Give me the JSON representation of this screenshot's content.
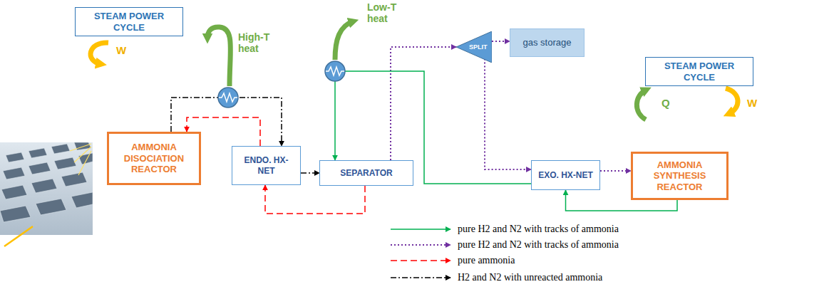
{
  "diagram": {
    "nodes": [
      {
        "text": [
          "STEAM POWER CYCLE"
        ]
      },
      {
        "text": [
          "gas storage"
        ]
      },
      {
        "text": [
          "SPLIT"
        ]
      },
      {
        "text": [
          "STEAM POWER CYCLE"
        ]
      },
      {
        "text": [
          "AMMONIA DISOCIATION REACTOR"
        ]
      },
      {
        "text": [
          "ENDO. HX-NET"
        ]
      },
      {
        "text": [
          "SEPARATOR"
        ]
      },
      {
        "text": [
          "EXO. HX-NET"
        ]
      },
      {
        "text": [
          "AMMONIA SYNTHESIS REACTOR"
        ]
      }
    ],
    "edges": [
      {
        "from": 4,
        "to": 5,
        "arrow": "to"
      },
      {
        "from": 5,
        "to": 4,
        "arrow": "to"
      },
      {
        "from": 5,
        "to": 6,
        "arrow": "to"
      },
      {
        "from": 6,
        "to": 5,
        "arrow": "to"
      },
      {
        "from": 6,
        "to": 2,
        "arrow": "to"
      },
      {
        "from": 2,
        "to": 1,
        "arrow": "to"
      },
      {
        "from": 2,
        "to": 7,
        "arrow": "to"
      },
      {
        "from": 7,
        "to": 8,
        "arrow": "to"
      },
      {
        "from": 8,
        "to": 7,
        "arrow": "to"
      },
      {
        "from": 7,
        "to": 6,
        "arrow": "to"
      }
    ],
    "labels": [
      "W",
      "High-T heat",
      "Low-T heat",
      "Q",
      "W"
    ],
    "legend": [
      {
        "text": "pure H2 and N2 with tracks of ammonia"
      },
      {
        "text": "pure H2 and N2 with tracks of ammonia"
      },
      {
        "text": "pure ammonia"
      },
      {
        "text": "H2 and N2 with unreacted ammonia"
      }
    ]
  }
}
